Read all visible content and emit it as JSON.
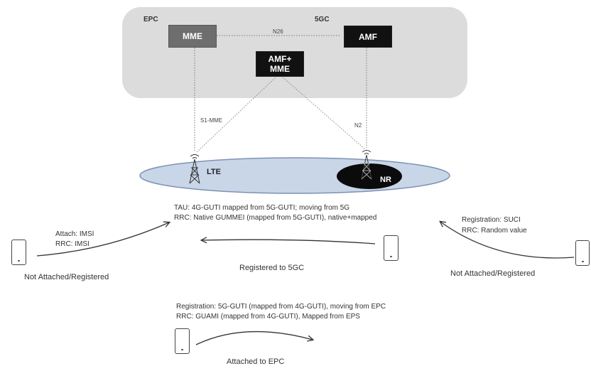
{
  "core": {
    "epc_label": "EPC",
    "fivegc_label": "5GC",
    "mme": "MME",
    "amf": "AMF",
    "amf_mme_line1": "AMF+",
    "amf_mme_line2": "MME",
    "n26": "N26",
    "s1_mme": "S1-MME",
    "n2": "N2"
  },
  "ran": {
    "lte": "LTE",
    "nr": "NR"
  },
  "flows": {
    "tau_line1": "TAU:  4G-GUTI mapped from 5G-GUTI; moving from 5G",
    "tau_line2": "RRC: Native GUMMEI (mapped from 5G-GUTI), native+mapped",
    "attach_line1": "Attach: IMSI",
    "attach_line2": "RRC: IMSI",
    "reg_suci_line1": "Registration: SUCI",
    "reg_suci_line2": "RRC: Random value",
    "reg_guti_line1": "Registration:  5G-GUTI (mapped from 4G-GUTI), moving from EPC",
    "reg_guti_line2": "RRC: GUAMI (mapped from 4G-GUTI), Mapped from EPS"
  },
  "states": {
    "not_attached_left": "Not Attached/Registered",
    "registered_5gc": "Registered to 5GC",
    "not_attached_right": "Not Attached/Registered",
    "attached_epc": "Attached to EPC"
  }
}
